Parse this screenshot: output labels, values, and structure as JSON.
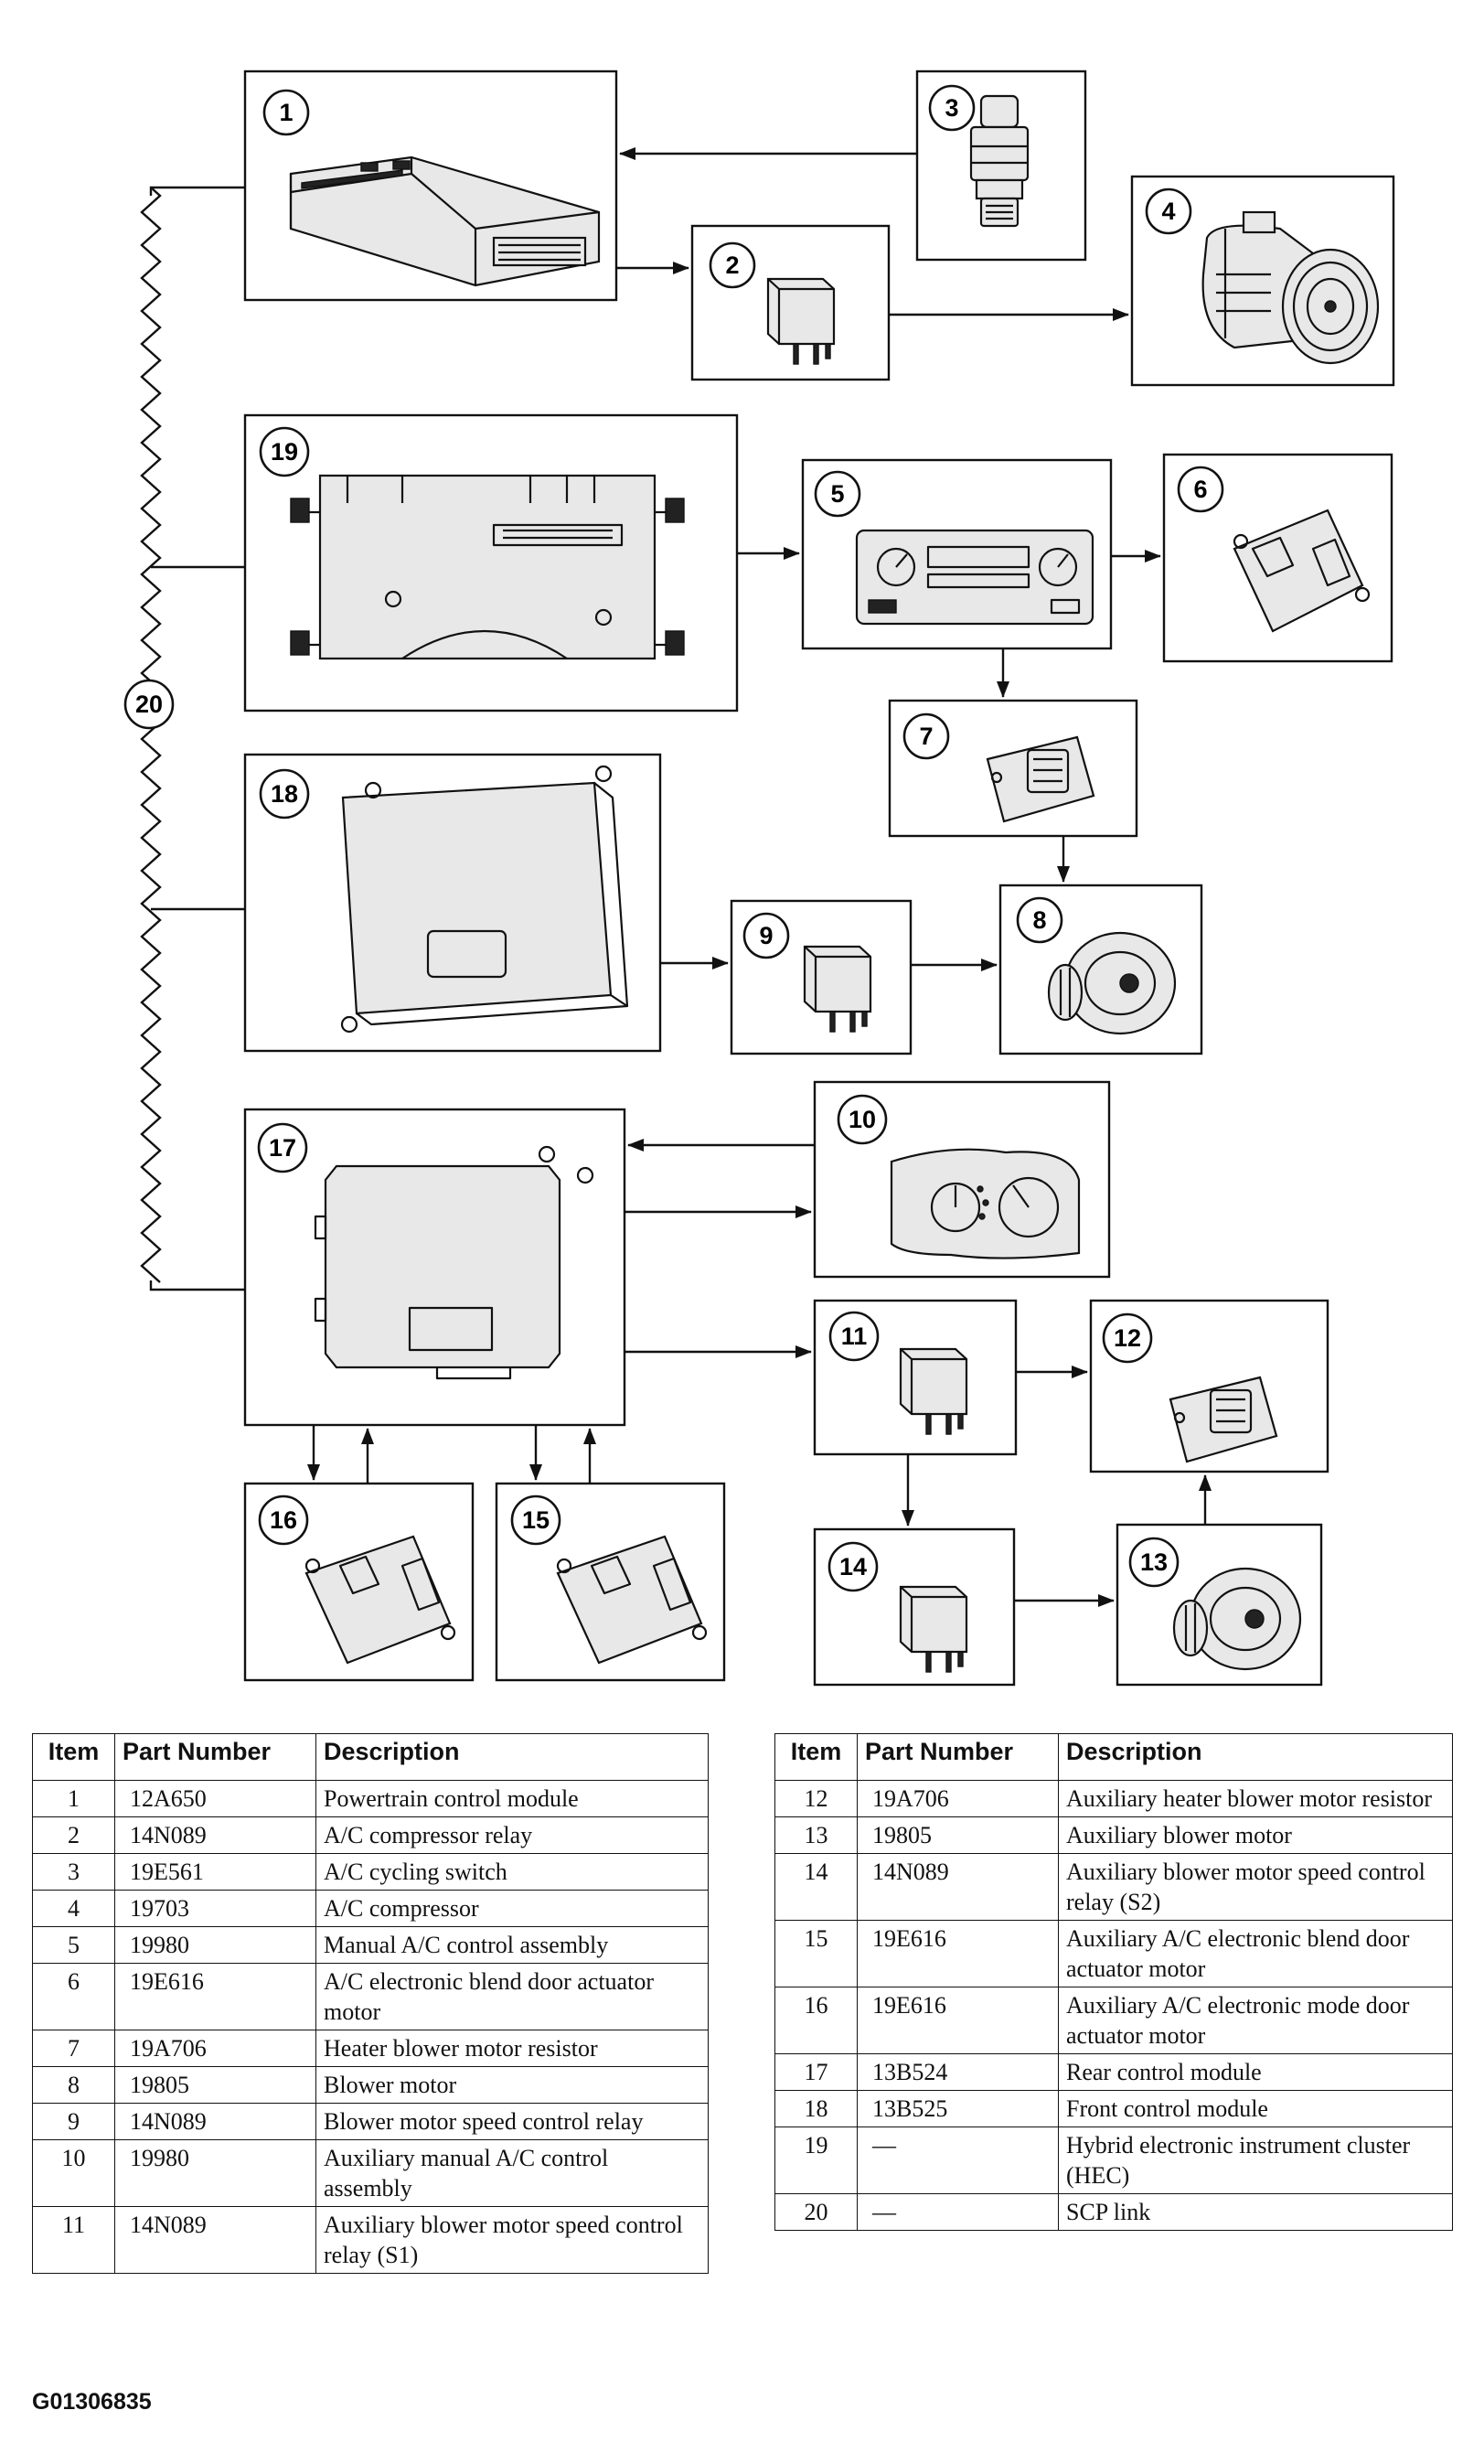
{
  "callouts": [
    "1",
    "2",
    "3",
    "4",
    "5",
    "6",
    "7",
    "8",
    "9",
    "10",
    "11",
    "12",
    "13",
    "14",
    "15",
    "16",
    "17",
    "18",
    "19",
    "20"
  ],
  "table_headers": {
    "item": "Item",
    "part_number": "Part Number",
    "description": "Description"
  },
  "parts_left": [
    {
      "item": "1",
      "part": "12A650",
      "desc": "Powertrain control module"
    },
    {
      "item": "2",
      "part": "14N089",
      "desc": "A/C compressor relay"
    },
    {
      "item": "3",
      "part": "19E561",
      "desc": "A/C cycling switch"
    },
    {
      "item": "4",
      "part": "19703",
      "desc": "A/C compressor"
    },
    {
      "item": "5",
      "part": "19980",
      "desc": "Manual A/C control assembly"
    },
    {
      "item": "6",
      "part": "19E616",
      "desc": "A/C electronic blend door actuator motor"
    },
    {
      "item": "7",
      "part": "19A706",
      "desc": "Heater blower motor resistor"
    },
    {
      "item": "8",
      "part": "19805",
      "desc": "Blower motor"
    },
    {
      "item": "9",
      "part": "14N089",
      "desc": "Blower motor speed control relay"
    },
    {
      "item": "10",
      "part": "19980",
      "desc": "Auxiliary manual A/C control assembly"
    },
    {
      "item": "11",
      "part": "14N089",
      "desc": "Auxiliary blower motor speed control relay (S1)"
    }
  ],
  "parts_right": [
    {
      "item": "12",
      "part": "19A706",
      "desc": "Auxiliary heater blower motor resistor"
    },
    {
      "item": "13",
      "part": "19805",
      "desc": "Auxiliary blower motor"
    },
    {
      "item": "14",
      "part": "14N089",
      "desc": "Auxiliary blower motor speed control relay (S2)"
    },
    {
      "item": "15",
      "part": "19E616",
      "desc": "Auxiliary A/C electronic blend door actuator motor"
    },
    {
      "item": "16",
      "part": "19E616",
      "desc": "Auxiliary A/C electronic mode door actuator motor"
    },
    {
      "item": "17",
      "part": "13B524",
      "desc": "Rear control module"
    },
    {
      "item": "18",
      "part": "13B525",
      "desc": "Front control module"
    },
    {
      "item": "19",
      "part": "—",
      "desc": "Hybrid electronic instrument cluster (HEC)"
    },
    {
      "item": "20",
      "part": "—",
      "desc": "SCP link"
    }
  ],
  "figure_id": "G01306835"
}
